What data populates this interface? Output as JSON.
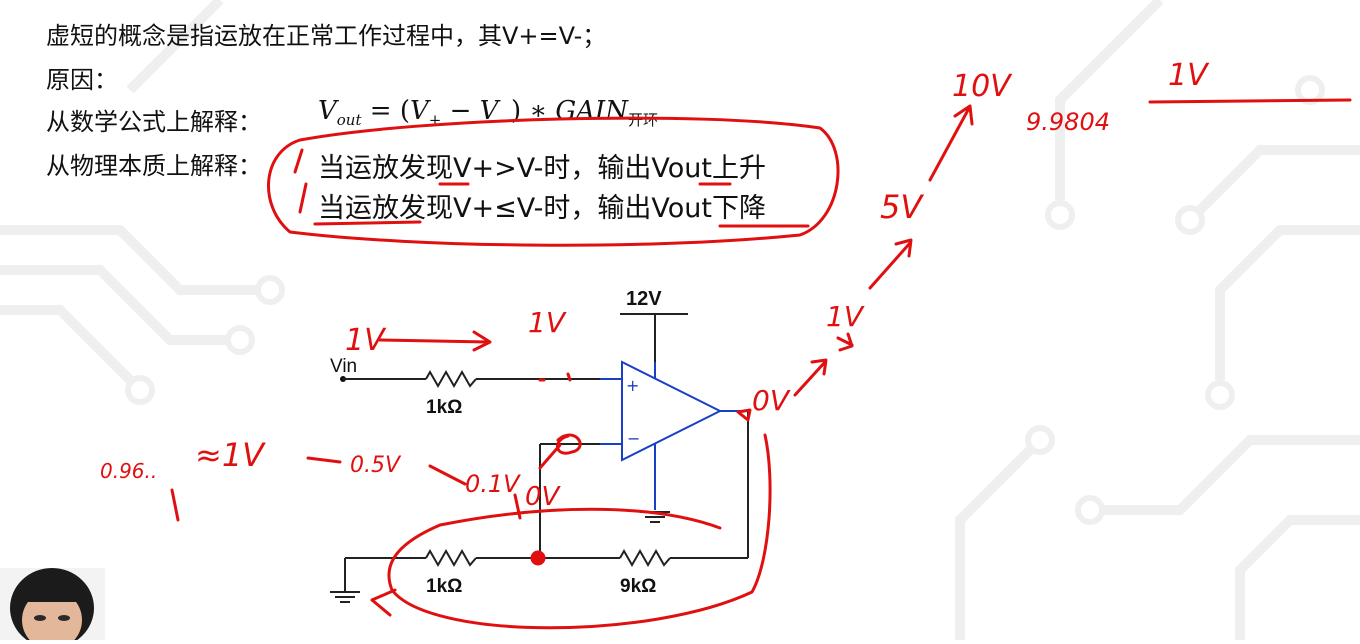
{
  "lines": {
    "line1": "虚短的概念是指运放在正常工作过程中，其V+=V-；",
    "line2": "原因：",
    "line3": "从数学公式上解释：",
    "line4": "从物理本质上解释："
  },
  "formula": {
    "vout": "V",
    "vout_sub": "out",
    "eq": " = (",
    "vplus": "V",
    "plus_sub": "+",
    "minus": " − ",
    "vminus": "V",
    "minus_sub": "−",
    "close": ") ∗ ",
    "gain": "GAIN",
    "gain_sub": "开环"
  },
  "physics": {
    "row1": "当运放发现V+>V-时，输出Vout上升",
    "row2": "当运放发现V+≤V-时，输出Vout下降"
  },
  "circuit": {
    "supply": "12V",
    "vin": "Vin",
    "r_in": "1kΩ",
    "r_ground": "1kΩ",
    "r_feedback": "9kΩ",
    "plus_pin": "+",
    "minus_pin": "−"
  },
  "annotations": {
    "in1": "1V",
    "in2": "1V",
    "out0": "0V",
    "out1": "1V",
    "out5": "5V",
    "out10": "10V",
    "out_9": "9.9804",
    "out_right": "1V",
    "fb0": "0V",
    "fb01": "0.1V",
    "fb05": "0.5V",
    "fb1": "≈1V",
    "fb_left": "0.96.."
  },
  "colors": {
    "ink": "#111111",
    "pen_red": "#e01010",
    "opamp_blue": "#1a3fc7",
    "grid": "#eeeeee"
  }
}
